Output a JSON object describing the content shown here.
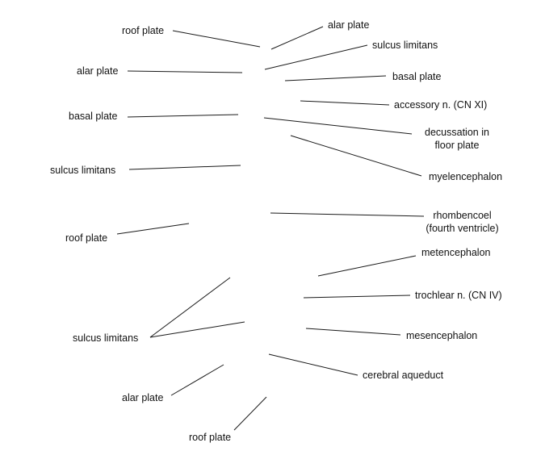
{
  "diagram": {
    "left_labels": {
      "roof_plate_1": "roof plate",
      "alar_plate_1": "alar plate",
      "basal_plate_1": "basal plate",
      "sulcus_limitans_1": "sulcus limitans",
      "roof_plate_2": "roof plate",
      "sulcus_limitans_2": "sulcus limitans",
      "alar_plate_2": "alar plate",
      "roof_plate_3": "roof plate"
    },
    "right_labels": {
      "alar_plate": "alar plate",
      "sulcus_limitans": "sulcus limitans",
      "basal_plate": "basal plate",
      "accessory_n": "accessory n. (CN XI)",
      "decussation_line1": "decussation in",
      "decussation_line2": "floor plate",
      "myelencephalon": "myelencephalon",
      "rhombencoel_line1": "rhombencoel",
      "rhombencoel_line2": "(fourth ventricle)",
      "metencephalon": "metencephalon",
      "trochlear_n": "trochlear n. (CN IV)",
      "mesencephalon": "mesencephalon",
      "cerebral_aqueduct": "cerebral aqueduct"
    }
  }
}
